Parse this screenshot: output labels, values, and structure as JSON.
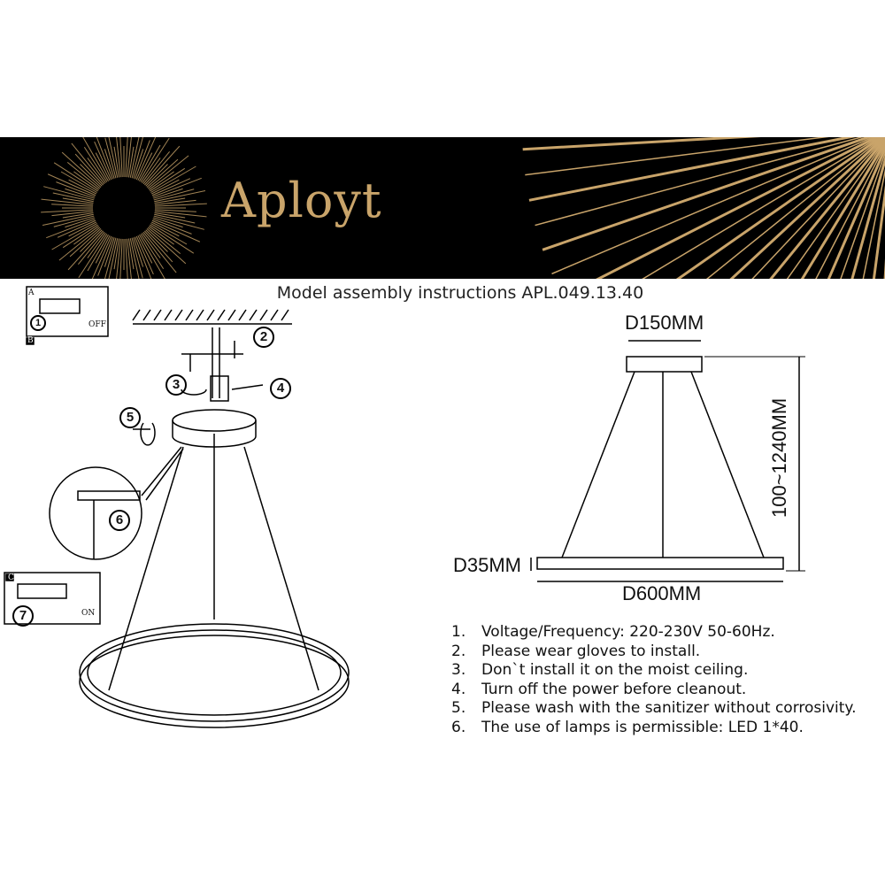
{
  "brand": {
    "logo_text": "Aployt",
    "accent": "#c9a46a",
    "background": "#000000"
  },
  "title": "Model assembly  instructions APL.049.13.40",
  "assembly": {
    "panel_a": {
      "letter": "A",
      "step": "1",
      "switch": "OFF"
    },
    "panel_b": {
      "letter": "B"
    },
    "panel_c": {
      "letter": "C",
      "step": "7",
      "switch": "ON"
    },
    "steps": [
      "2",
      "3",
      "4",
      "5",
      "6"
    ]
  },
  "dimensions": {
    "canopy": "D150MM",
    "height": "100~1240MM",
    "thickness": "D35MM",
    "ring": "D600MM"
  },
  "instructions": [
    {
      "n": "1.",
      "text": "Voltage/Frequency: 220-230V 50-60Hz."
    },
    {
      "n": "2.",
      "text": "Please wear gloves to install."
    },
    {
      "n": "3.",
      "text": "Don`t install it on the moist ceiling."
    },
    {
      "n": "4.",
      "text": "Turn off the power before cleanout."
    },
    {
      "n": "5.",
      "text": "Please wash with the sanitizer without corrosivity."
    },
    {
      "n": "6.",
      "text": "The use of lamps is permissible: LED 1*40."
    }
  ]
}
